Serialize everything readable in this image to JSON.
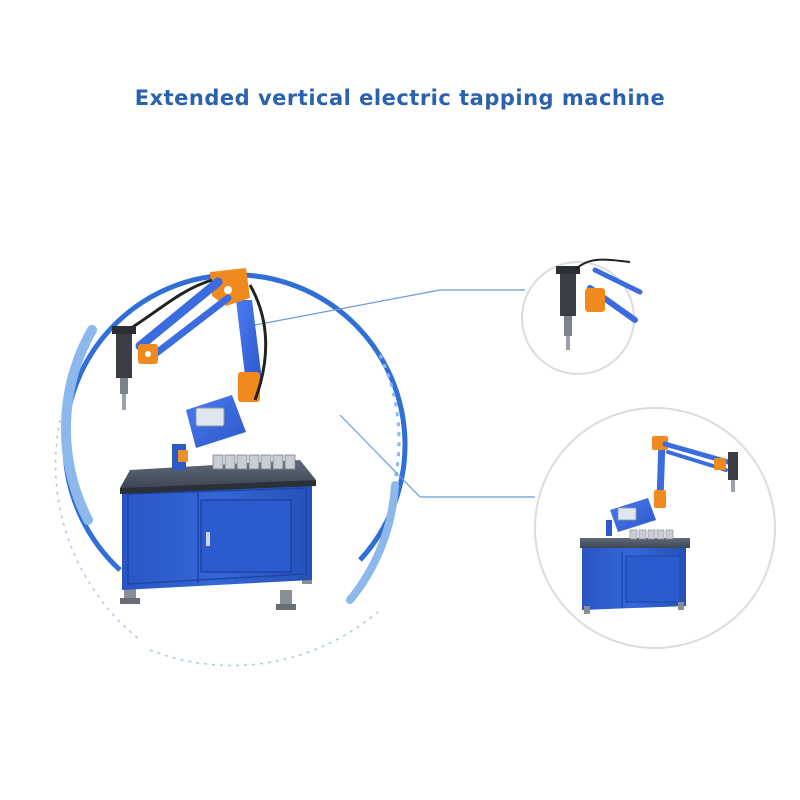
{
  "title": "Extended vertical electric tapping machine",
  "colors": {
    "title": "#2a62ad",
    "cabinet_blue": "#2f5fd0",
    "arm_blue": "#3a6ce0",
    "accent_orange": "#f08a1e",
    "ring_blue": "#2f6fd6",
    "ring_light": "#8cb8ec"
  },
  "scene": {
    "subject": "electric tapping machine on blue cabinet with articulated arm",
    "inset_top": "close-up of tapping head",
    "inset_bottom": "full machine view"
  }
}
